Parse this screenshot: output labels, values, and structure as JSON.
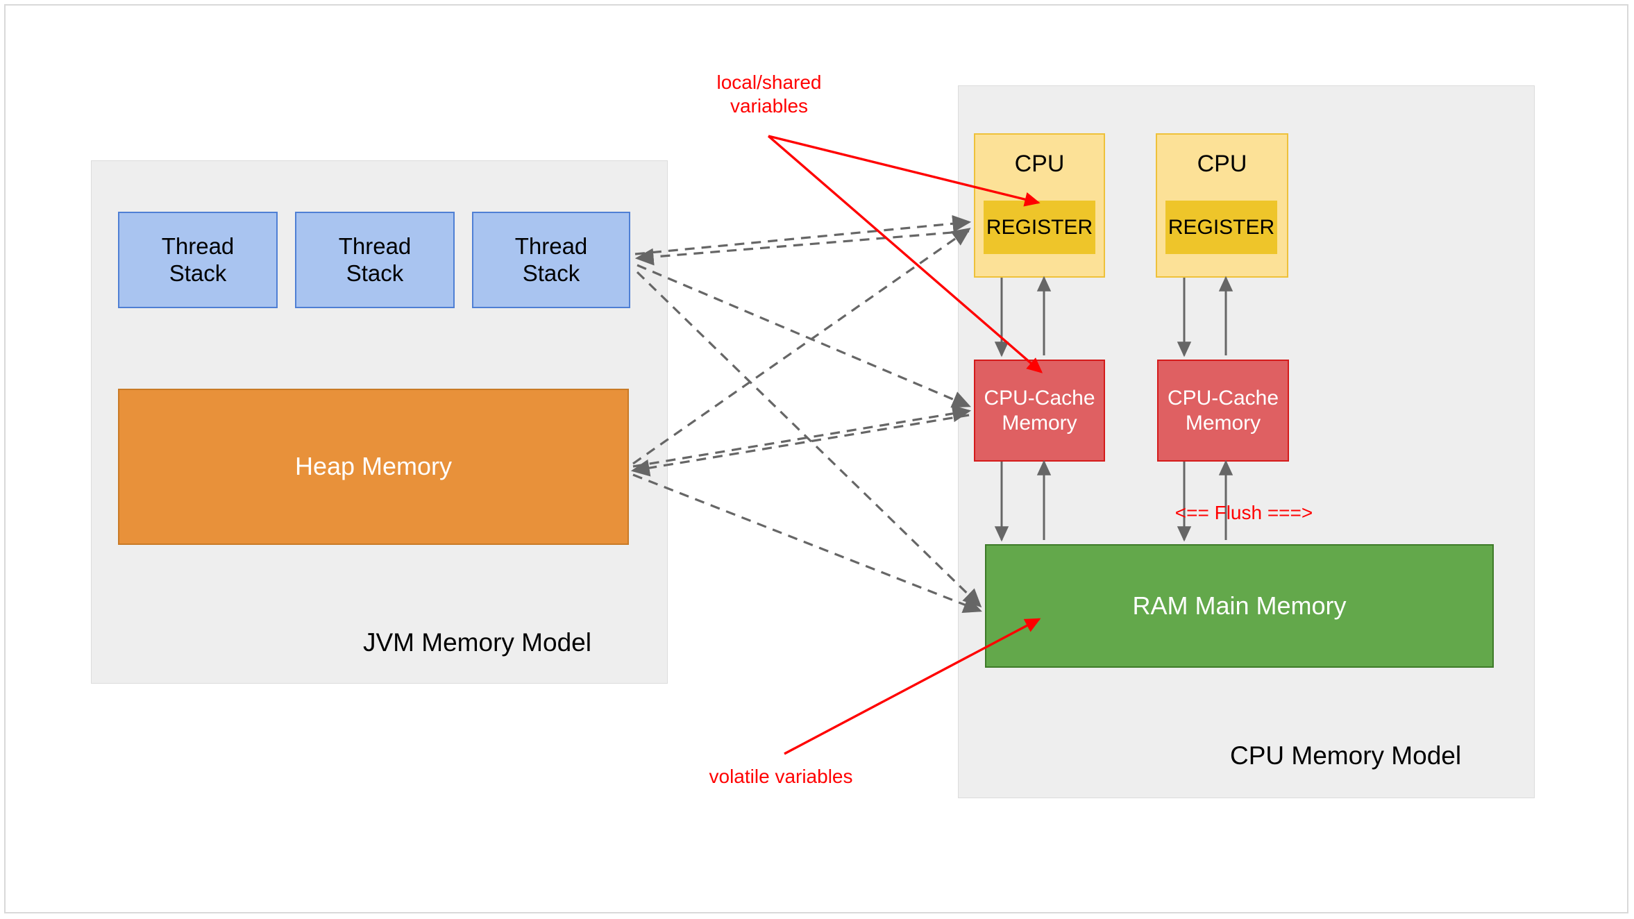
{
  "diagram": {
    "title_jvm": "JVM Memory Model",
    "title_cpu": "CPU Memory Model",
    "colors": {
      "thread_stack_fill": "#a9c4f0",
      "thread_stack_stroke": "#4f7fd4",
      "heap_fill": "#e8913a",
      "cpu_fill": "#fce197",
      "register_fill": "#eec52a",
      "cache_fill": "#df6062",
      "ram_fill": "#63a84b",
      "container_fill": "#eeeeee",
      "annotation_red": "#ff0000",
      "dashed_arrow": "#666666"
    }
  },
  "jvm": {
    "label": "JVM Memory Model",
    "thread_stacks": [
      {
        "label": "Thread\nStack"
      },
      {
        "label": "Thread\nStack"
      },
      {
        "label": "Thread\nStack"
      }
    ],
    "heap": {
      "label": "Heap Memory"
    }
  },
  "cpu": {
    "label": "CPU Memory Model",
    "cores": [
      {
        "label": "CPU",
        "register": "REGISTER",
        "cache": "CPU-Cache\nMemory"
      },
      {
        "label": "CPU",
        "register": "REGISTER",
        "cache": "CPU-Cache\nMemory"
      }
    ],
    "ram": {
      "label": "RAM Main Memory"
    }
  },
  "annotations": {
    "local_shared": "local/shared\nvariables",
    "volatile": "volatile variables",
    "flush": "<== Flush ===>"
  }
}
